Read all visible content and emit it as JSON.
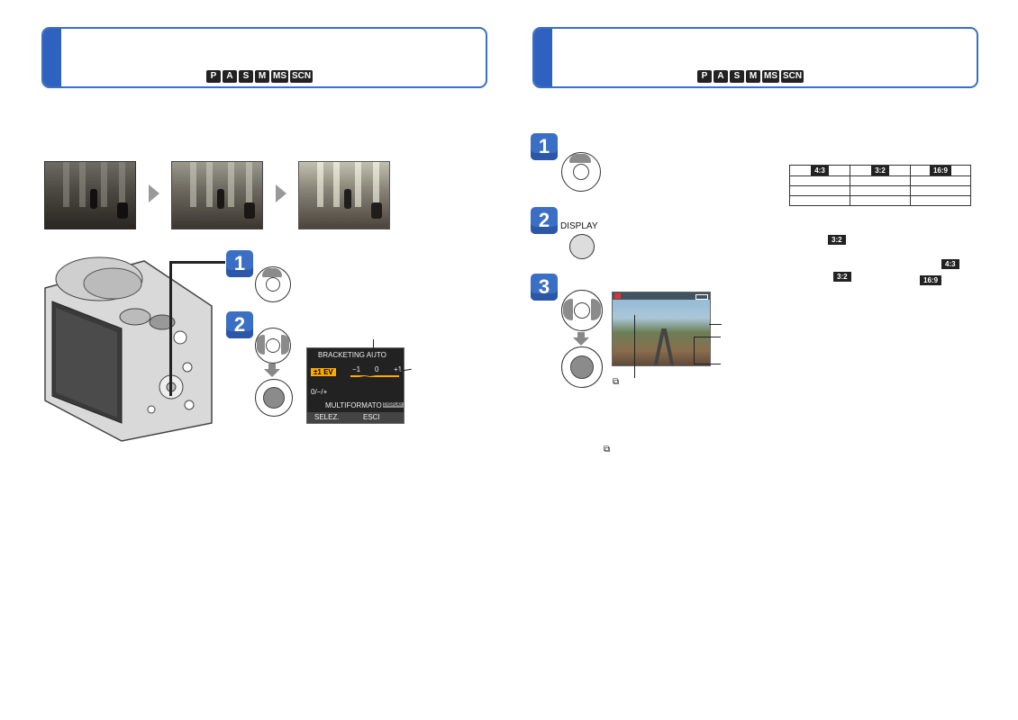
{
  "left": {
    "modes": [
      "P",
      "A",
      "S",
      "M",
      "MS",
      "SCN"
    ],
    "bracketing_screen": {
      "title": "BRACKETING AUTO",
      "step_value": "±1 EV",
      "scale_minus": "−1",
      "scale_zero": "0",
      "scale_plus": "+1",
      "multiformat_label": "MULTIFORMATO",
      "multiformat_key": "DISPLAY",
      "bottom_bar": "SELEZ.",
      "bottom_exit": "ESCI",
      "seq_label": "0/−/+"
    },
    "steps": [
      "1",
      "2"
    ]
  },
  "right": {
    "modes": [
      "P",
      "A",
      "S",
      "M",
      "MS",
      "SCN"
    ],
    "steps": [
      "1",
      "2",
      "3"
    ],
    "display_label": "DISPLAY",
    "ratio_table": {
      "headers": [
        "4:3",
        "3:2",
        "16:9"
      ]
    },
    "ratio_chips": [
      "3:2",
      "4:3",
      "3:2",
      "16:9"
    ]
  },
  "colors": {
    "accent": "#2f62c0",
    "border": "#3a6fc2"
  }
}
